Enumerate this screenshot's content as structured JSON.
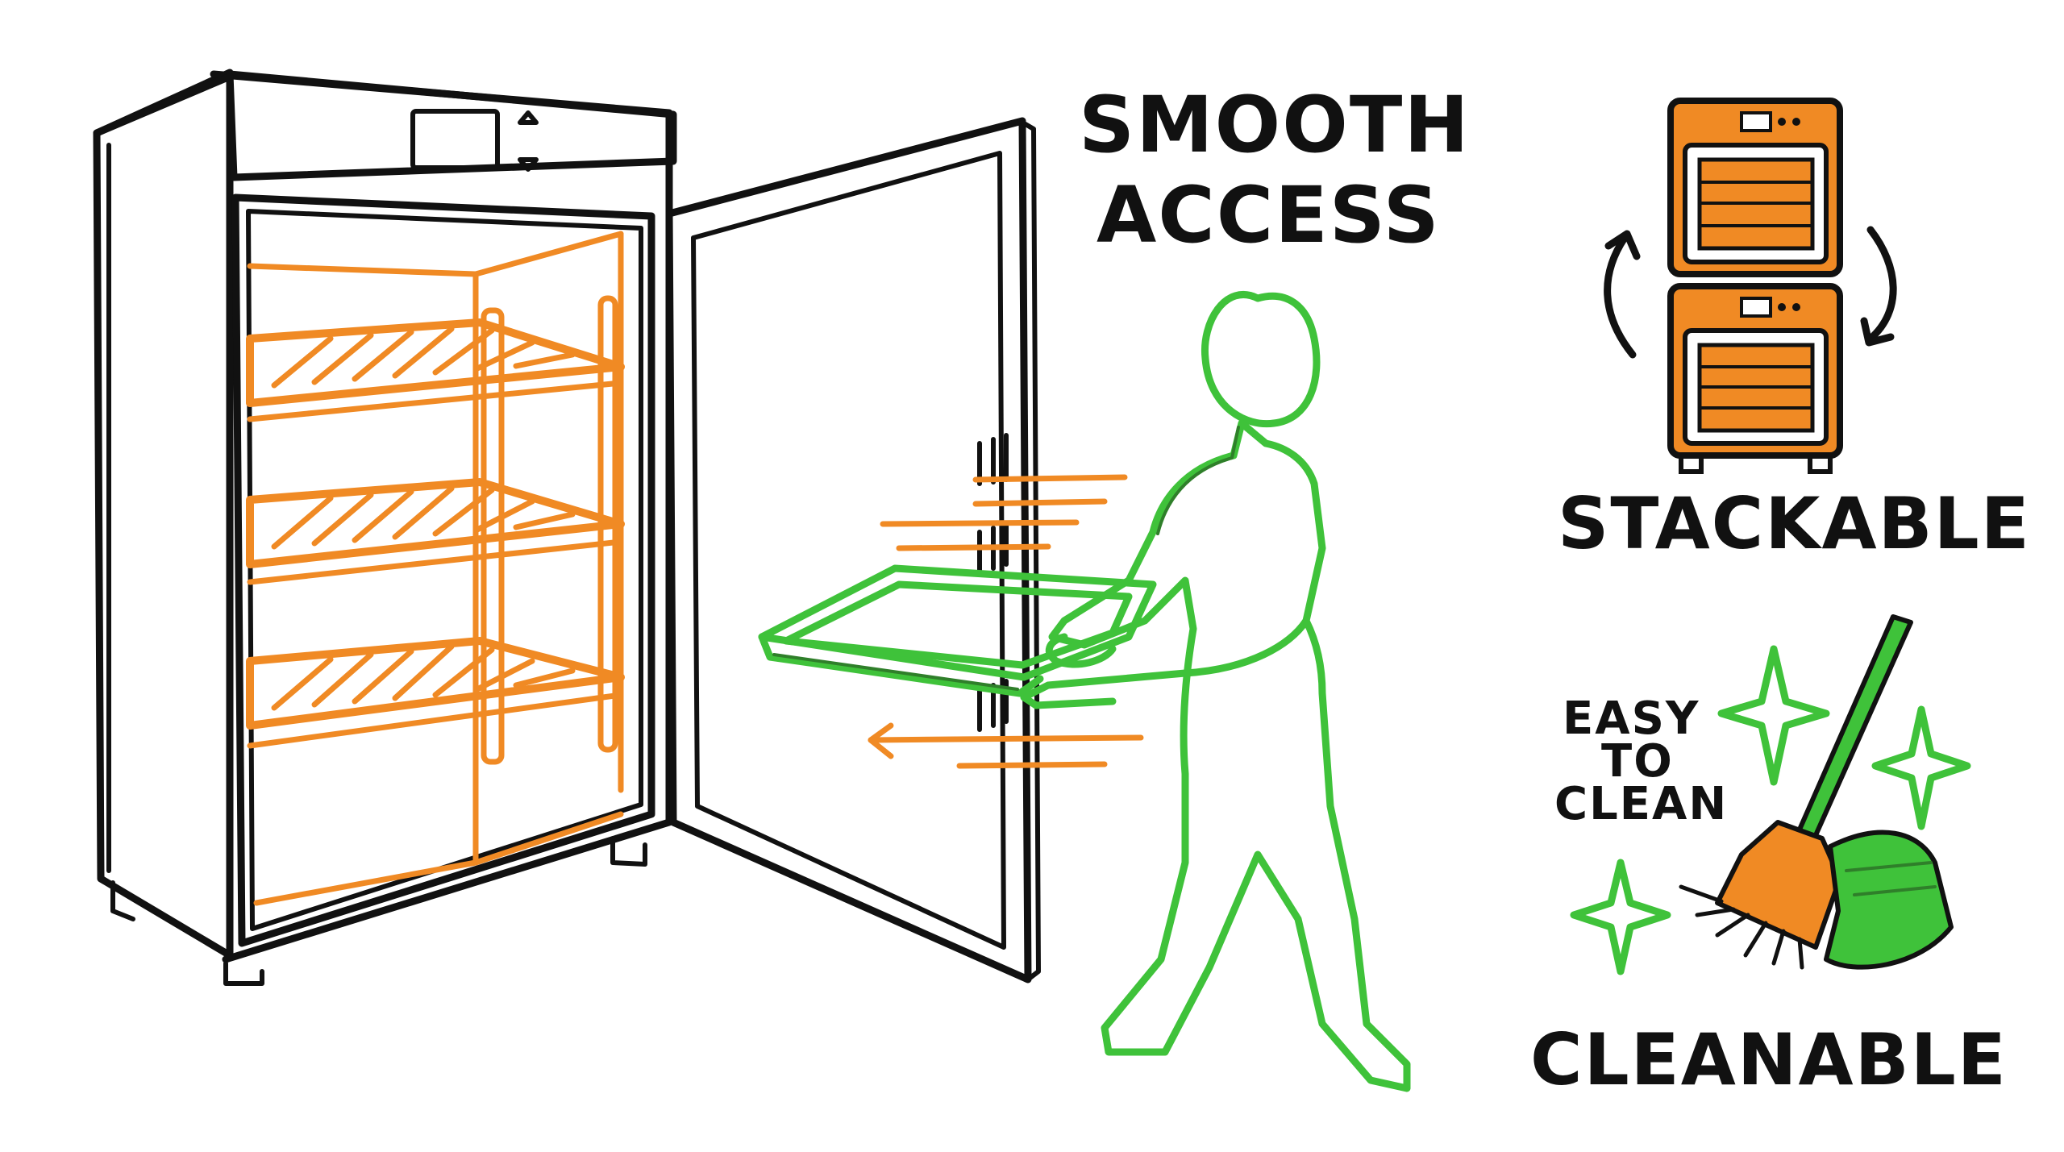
{
  "labels": {
    "smooth_access_line1": "SMOOTH",
    "smooth_access_line2": "ACCESS",
    "stackable": "STACKABLE",
    "easy_line1": "EASY",
    "easy_line2": "TO",
    "easy_line3": "CLEAN",
    "cleanable": "CLEANABLE"
  },
  "colors": {
    "ink": "#111111",
    "accent_orange": "#f08a24",
    "accent_green": "#3fc23a"
  },
  "icons": [
    "cabinet-icon",
    "person-carrying-tray-icon",
    "stacked-units-icon",
    "broom-icon",
    "sparkle-icon"
  ]
}
